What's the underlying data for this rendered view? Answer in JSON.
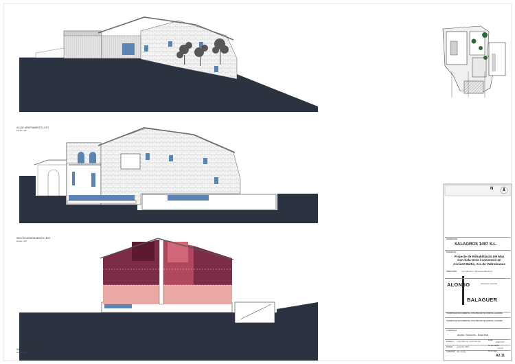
{
  "drawing": {
    "elevation_label": "ALÇAT APARTAMENTS LEST",
    "elevation_scale": "Escala 1:100",
    "section_label": "SECCIÓ APARTAMENTS LEST",
    "section_scale": "Escala 1:100",
    "section2_label": "SECCIÓ APARTAMENTS LEST",
    "section2_scale": "Escala 1:100",
    "north_mark": "N"
  },
  "title_block": {
    "owner_header": "PROPIETARI:",
    "owner": "SALAGROS 1497 S.L.",
    "project_header": "PROJECTE:",
    "project_title": "Projecte de Rehabilitació del Mas Can Sala Gros i conversió en Ancient Baths, Ara de Vallromanes",
    "address_label": "DIRECCIÓN:",
    "address": "Can Sala Gros, Vallromanes Barcelona",
    "studio_1": "ALONSO",
    "studio_2": "BALAGUER",
    "studio_sub": "arquitectes associats",
    "tram_1": "TRAMITACIÓ DOCUMENTAL D'UN PROJECTE D'INSTAL·LACIONS",
    "tram_2": "TRAMITACIÓ DOCUMENTAL D'UN PROJECTE D'INSTAL·LACIONS",
    "contents_header": "CONTINGUT",
    "contents": "Alçats / Seccions - Estat final",
    "scale_label": "ESCALA:",
    "scale_value": "1:100 (DIN A1) 1:200 (DIN A3)",
    "date_label": "FECHA:",
    "date_value": "novembre 2013",
    "file_label": "ARCHIVO:",
    "file_value": "301-13.dwg",
    "phase_label": "FASE",
    "phase_value": "EXECUTIU",
    "num_label": "Nº REVISIÓN",
    "num_value": "1:50.00",
    "plan_label": "Nº PLANO",
    "plan_value": "A2.11"
  },
  "colors": {
    "ground": "#2b3340",
    "stone": "#f4f4f4",
    "blue": "#5b84b5",
    "roof": "#7a7a7a",
    "section_dark": "#7d2c48",
    "section_mid": "#b0475e",
    "section_light": "#e9a8a3"
  }
}
